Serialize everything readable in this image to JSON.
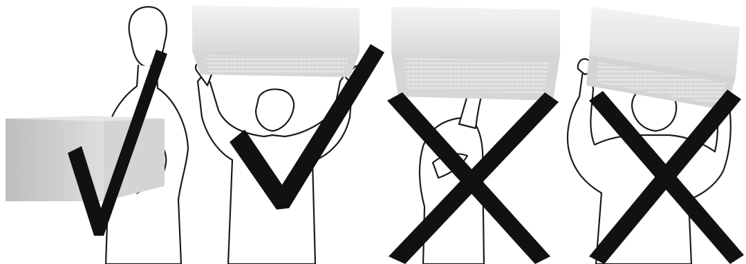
{
  "panels": [
    {
      "id": "carry-waist",
      "verdict": "correct",
      "symbol": "checkmark-icon"
    },
    {
      "id": "carry-overhead-arms-straight",
      "verdict": "correct",
      "symbol": "checkmark-icon"
    },
    {
      "id": "carry-overhead-one-hand",
      "verdict": "incorrect",
      "symbol": "cross-icon"
    },
    {
      "id": "carry-on-head",
      "verdict": "incorrect",
      "symbol": "cross-icon"
    }
  ],
  "colors": {
    "background": "#ffffff",
    "outline": "#1a1a1a",
    "mark": "#111111",
    "box_top": "#e9e9e9",
    "box_side": "#cfcfcf",
    "box_face": "#dcdcdc"
  }
}
